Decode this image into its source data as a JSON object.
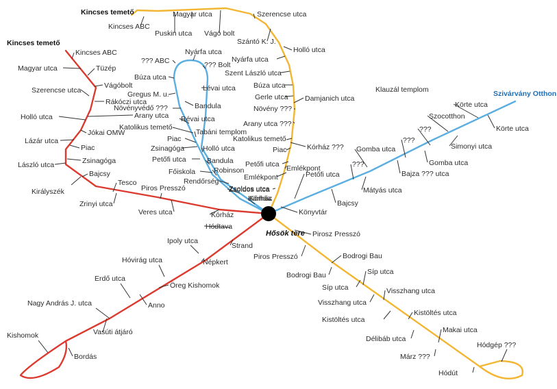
{
  "colors": {
    "red": "#dc3a2f",
    "yellow": "#f2b632",
    "blue": "#5aaee0",
    "hub": "#000000",
    "text": "#2b2b2b"
  },
  "hub": {
    "label": "Hősök tere"
  },
  "yellow": {
    "terminus": "Kincses temető",
    "stations": [
      "Kincses ABC",
      "Puskin utca",
      "Magyar utca",
      "Vágó bolt",
      "Szerencse utca",
      "Szántó K. J.",
      "Holló utca",
      "Nyárfa utca",
      "Szent László utca",
      "Búza utca",
      "Gerle utca",
      "Damjanich utca",
      "Növény ???",
      "Arany utca ???",
      "Katolikus temető",
      "Piac",
      "Kórház ???",
      "Petőfi utca",
      "Emlékpont",
      "Emlékpont",
      "Zsoldos utca",
      "Kórház",
      "Könyvtár",
      "Pirosz Presszó",
      "Piros Presszó",
      "Bodrogi Bau",
      "Bodrogi Bau",
      "Síp utca",
      "Síp utca",
      "Visszhang utca",
      "Visszhang utca",
      "Kistöltés utca",
      "Kistöltés utca",
      "Délibáb utca",
      "Makai utca",
      "Márz ???",
      "Hódgép ???",
      "Hódút"
    ]
  },
  "red": {
    "terminus": "Kincses temető",
    "stations": [
      "Kincses ABC",
      "Magyar utca",
      "Tüzép",
      "Vágóbolt",
      "Szerencse utca",
      "Rákóczi utca",
      "Holló utca",
      "Arany utca",
      "Jókai OMW",
      "Lázár utca",
      "Piac",
      "Zsinagóga",
      "László utca",
      "Bajcsy",
      "Királyszék",
      "Tesco",
      "Zrinyi utca",
      "Piros Presszó",
      "Veres utca",
      "Kórház",
      "Hódtava",
      "Strand",
      "Ipoly utca",
      "Népkert",
      "Hóvirág utca",
      "Öreg Kishomok",
      "Erdő utca",
      "Anno",
      "Nagy András J. utca",
      "Vasúti átjáró",
      "Kishomok",
      "Bordás"
    ]
  },
  "blue": {
    "terminus": "Szivárvány Otthon",
    "stations": [
      "??? ABC",
      "Nyárfa utca",
      "??? Bolt",
      "Búza utca",
      "Lévai utca",
      "Gregus M. u.",
      "Bandula",
      "Növényvédő ???",
      "Révai utca",
      "Katolikus temető",
      "Tabáni templom",
      "Piac",
      "Zsinagóga",
      "Holló utca",
      "Petőfi utca",
      "Bandula",
      "Főiskola",
      "Robinson",
      "Rendőrség",
      "Zsoldos utca",
      "Kórház",
      "Petőfi utca",
      "Bajcsy",
      "???",
      "Mátyás utca",
      "Gomba utca",
      "???",
      "Bajza ??? utca",
      "???",
      "Gomba utca",
      "Szocotthon",
      "Simonyi utca",
      "Körte utca",
      "Körte utca"
    ]
  },
  "landmarks": [
    "Klauzál templom"
  ]
}
